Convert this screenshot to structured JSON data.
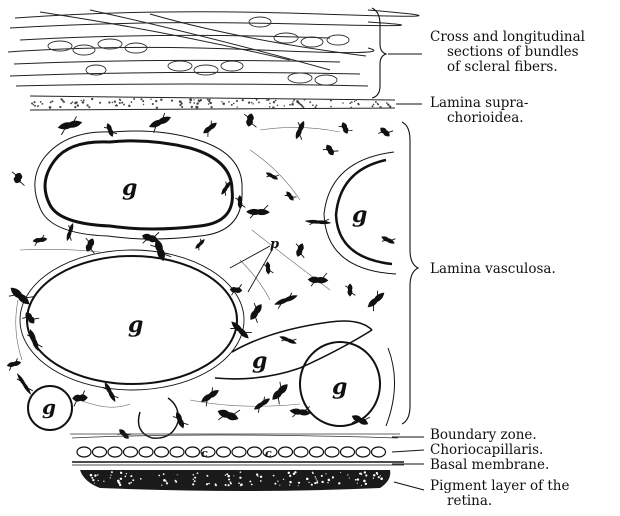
{
  "figure": {
    "labels": {
      "scleral_l1": "Cross and longitudinal",
      "scleral_l2": "sections of bundles",
      "scleral_l3": "of scleral fibers.",
      "supra_l1": "Lamina supra-",
      "supra_l2": "chorioidea.",
      "vasculosa": "Lamina vasculosa.",
      "boundary": "Boundary zone.",
      "choriocapillaris": "Choriocapillaris.",
      "basal": "Basal membrane.",
      "pigment_l1": "Pigment layer of the",
      "pigment_l2": "retina."
    },
    "vessel_letter": "g",
    "pigment_cell_letter": "p",
    "capillary_letter": "c"
  }
}
